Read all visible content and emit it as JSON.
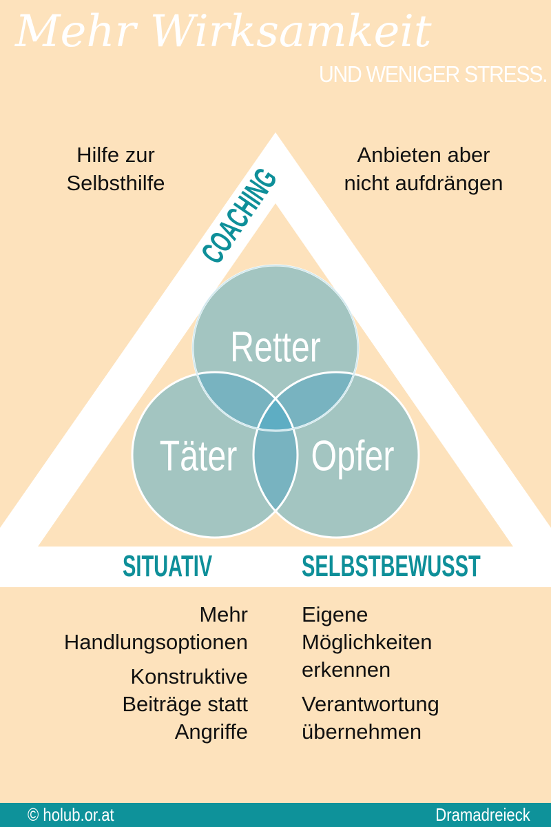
{
  "header": {
    "title": "Mehr Wirksamkeit",
    "subtitle": "UND WENIGER STRESS."
  },
  "triangle": {
    "side_label_left": "COACHING",
    "bottom_label_left": "SITUATIV",
    "bottom_label_right": "SELBSTBEWUSST"
  },
  "circles": {
    "top": "Retter",
    "left": "Täter",
    "right": "Opfer"
  },
  "corners": {
    "top_left": [
      "Hilfe zur",
      "Selbsthilfe"
    ],
    "top_right": [
      "Anbieten aber",
      "nicht aufdrängen"
    ]
  },
  "bottom_left": {
    "block1": [
      "Mehr",
      "Handlungsoptionen"
    ],
    "block2": [
      "Konstruktive",
      "Beiträge statt",
      "Angriffe"
    ]
  },
  "bottom_right": {
    "block1": [
      "Eigene",
      "Möglichkeiten",
      "erkennen"
    ],
    "block2": [
      "Verantwortung",
      "übernehmen"
    ]
  },
  "footer": {
    "copyright": "© holub.or.at",
    "topic": "Dramadreieck"
  },
  "colors": {
    "background": "#fde2bc",
    "band": "#ffffff",
    "accent": "#0e929a",
    "circle_fill": "#a3c5c1",
    "overlap_fill": "#78b3c0",
    "center_fill": "#5eadc3"
  }
}
